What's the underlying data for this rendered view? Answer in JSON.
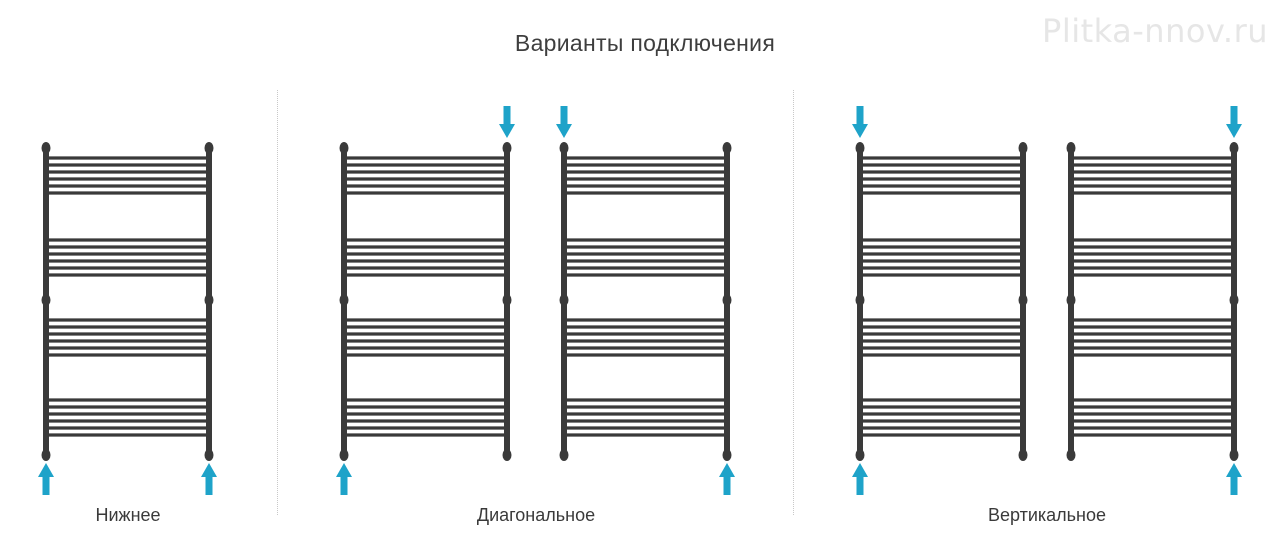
{
  "title": "Варианты подключения",
  "watermark": "Plitka-nnov.ru",
  "colors": {
    "rail": "#3a3a3a",
    "arrow": "#1ea3c9",
    "text": "#3e3e3e",
    "divider": "#c8c8c8"
  },
  "groups": [
    {
      "label": "Нижнее"
    },
    {
      "label": "Диагональное"
    },
    {
      "label": "Вертикальное"
    }
  ],
  "radiators": [
    {
      "group": "Нижнее",
      "arrows": {
        "top_left": "none",
        "top_right": "none",
        "bottom_left": "up",
        "bottom_right": "up"
      }
    },
    {
      "group": "Диагональное",
      "arrows": {
        "top_left": "none",
        "top_right": "down",
        "bottom_left": "up",
        "bottom_right": "none"
      }
    },
    {
      "group": "Диагональное",
      "arrows": {
        "top_left": "down",
        "top_right": "none",
        "bottom_left": "none",
        "bottom_right": "up"
      }
    },
    {
      "group": "Вертикальное",
      "arrows": {
        "top_left": "down",
        "top_right": "none",
        "bottom_left": "up",
        "bottom_right": "none"
      }
    },
    {
      "group": "Вертикальное",
      "arrows": {
        "top_left": "none",
        "top_right": "down",
        "bottom_left": "none",
        "bottom_right": "up"
      }
    }
  ],
  "bar_sections": [
    6,
    6,
    6,
    6
  ],
  "icons": {
    "inlet": "arrow-up-icon",
    "outlet": "arrow-down-icon"
  }
}
